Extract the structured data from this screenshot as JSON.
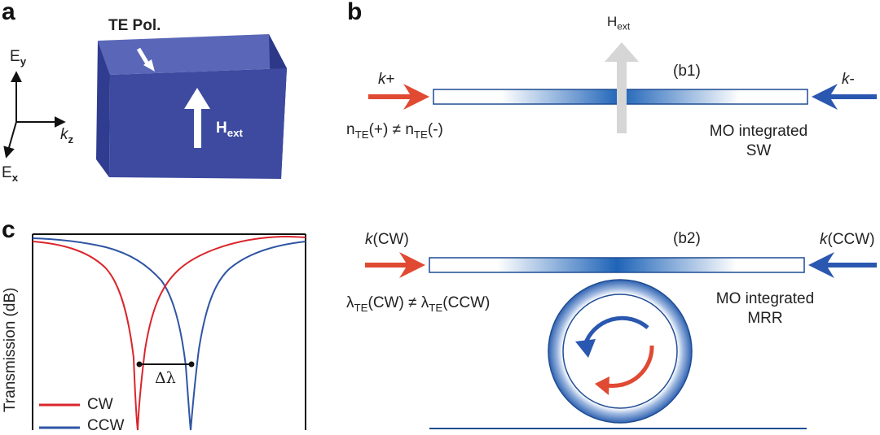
{
  "panels": {
    "a": "a",
    "b": "b",
    "c": "c"
  },
  "panel_a": {
    "pol_label": "TE Pol.",
    "field_label": "H",
    "field_sub": "ext",
    "axis_y": "E",
    "axis_y_sub": "y",
    "axis_z": "k",
    "axis_z_sub": "z",
    "axis_x": "E",
    "axis_x_sub": "x",
    "block_color": "#3d4a9f"
  },
  "panel_b1": {
    "hext_label": "H",
    "hext_sub": "ext",
    "tag": "(b1)",
    "left_k": "k",
    "left_k_suffix": "+",
    "right_k": "k",
    "right_k_suffix": "-",
    "inequality_pre": "n",
    "inequality_sub1": "TE",
    "inequality_mid": "(+) ≠ n",
    "inequality_sub2": "TE",
    "inequality_post": "(-)",
    "device_line1": "MO integrated",
    "device_line2": "SW"
  },
  "panel_b2": {
    "tag": "(b2)",
    "left_k": "k",
    "left_k_suffix": "(CW)",
    "right_k": "k",
    "right_k_suffix": "(CCW)",
    "inequality_pre": "λ",
    "inequality_sub1": "TE",
    "inequality_mid": "(CW) ≠ λ",
    "inequality_sub2": "TE",
    "inequality_post": "(CCW)",
    "device_line1": "MO integrated",
    "device_line2": "MRR"
  },
  "panel_c": {
    "ylabel": "Transmission (dB)",
    "delta_label": "Δλ",
    "legend": [
      {
        "name": "CW",
        "color": "#d9262c"
      },
      {
        "name": "CCW",
        "color": "#2f55a4"
      }
    ]
  },
  "colors": {
    "red_arrow": "#e04a32",
    "blue_arrow": "#2a57b0",
    "waveguide_blue": "#1f64b8",
    "grey_arrow": "#d6d6d6"
  }
}
